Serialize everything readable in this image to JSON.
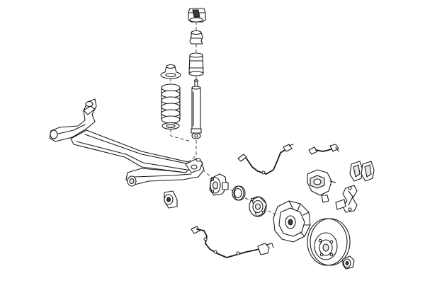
{
  "diagram": {
    "background": "#ffffff",
    "line_color": "#1a1a1a",
    "fill_color": "#e6e6e6",
    "parts": [
      "top-mount",
      "bump-stop",
      "dust-boot",
      "spring-upper-seat",
      "coil-spring",
      "spring-lower-seat",
      "shock-absorber",
      "axle-beam",
      "axle-bushing",
      "stub-axle",
      "wheel-bearing-ring",
      "wheel-hub",
      "brake-backing-plate",
      "brake-disc",
      "wheel-nut",
      "abs-sensor-cable-upper",
      "abs-sensor-cable-lower",
      "brake-hose",
      "brake-caliper",
      "caliper-bracket",
      "brake-pads"
    ]
  }
}
